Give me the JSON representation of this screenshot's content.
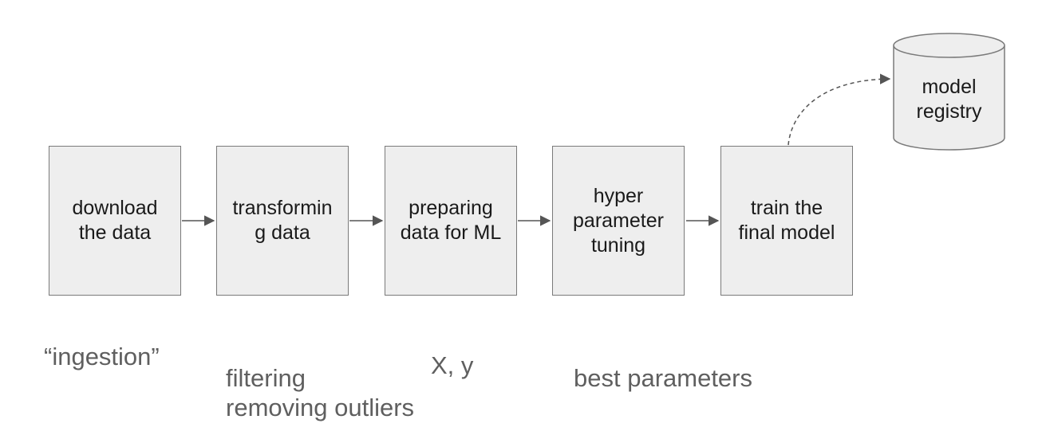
{
  "diagram": {
    "steps": [
      {
        "label": "download\nthe data"
      },
      {
        "label": "transformin\ng data"
      },
      {
        "label": "preparing\ndata for ML"
      },
      {
        "label": "hyper\nparameter\ntuning"
      },
      {
        "label": "train the\nfinal model"
      }
    ],
    "registry": {
      "label": "model\nregistry"
    },
    "notes": {
      "ingestion": "“ingestion”",
      "filtering": "filtering\nremoving outliers",
      "xy": "X, y",
      "best_parameters": "best parameters"
    },
    "colors": {
      "box_fill": "#eeeeee",
      "box_border": "#7a7a7a",
      "arrow": "#555555",
      "note_text": "#5f5f5f",
      "label_text": "#1a1a1a"
    }
  }
}
